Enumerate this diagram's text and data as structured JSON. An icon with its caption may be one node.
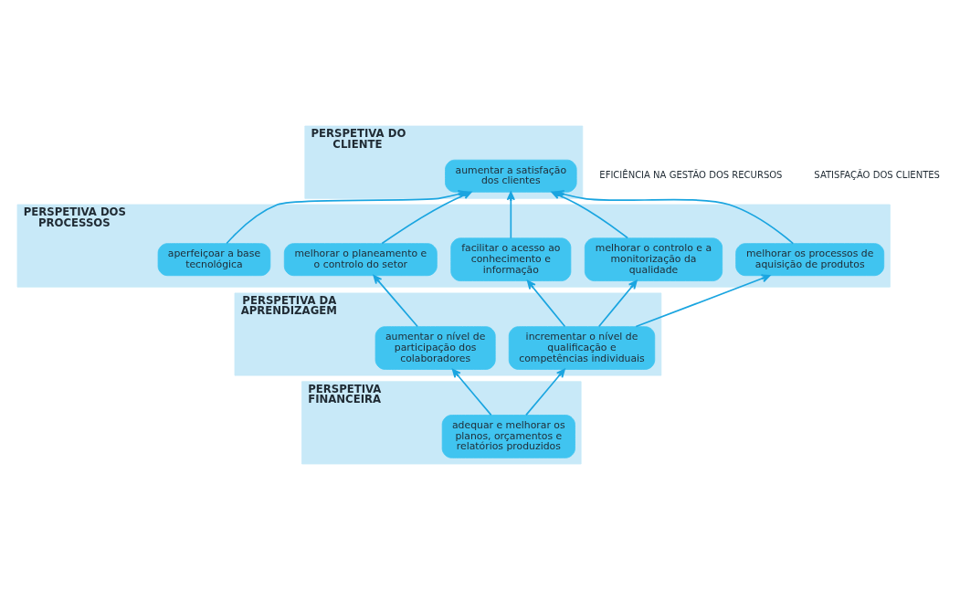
{
  "diagram": {
    "nodes": [
      {
        "text": [
          "PERSPETIVA DO CLIENTE"
        ]
      },
      {
        "text": [
          "aumentar a satisfação dos clientes"
        ],
        "in": 0
      },
      {
        "text": [
          "PERSPETIVA DOS PROCESSOS"
        ]
      },
      {
        "text": [
          "aperfeiçoar a base tecnológica"
        ],
        "in": 2
      },
      {
        "text": [
          "melhorar o planeamento e o controlo do setor"
        ],
        "in": 2
      },
      {
        "text": [
          "facilitar o acesso ao conhecimento e informação"
        ],
        "in": 2
      },
      {
        "text": [
          "melhorar o controlo e a monitorização da qualidade"
        ],
        "in": 2
      },
      {
        "text": [
          "melhorar os processos de aquisição de produtos"
        ],
        "in": 2
      },
      {
        "text": [
          "PERSPETIVA DA APRENDIZAGEM"
        ]
      },
      {
        "text": [
          "aumentar o nível de participação dos colaboradores"
        ],
        "in": 8
      },
      {
        "text": [
          "incrementar o nível de qualificação e competências individuais"
        ],
        "in": 8
      },
      {
        "text": [
          "PERSPETIVA FINANCEIRA"
        ]
      },
      {
        "text": [
          "adequar e melhorar os planos, orçamentos e relatórios produzidos"
        ],
        "in": 11
      }
    ],
    "edges": [
      {
        "from": 3,
        "to": 1,
        "arrow": "to"
      },
      {
        "from": 4,
        "to": 1,
        "arrow": "to"
      },
      {
        "from": 5,
        "to": 1,
        "arrow": "to"
      },
      {
        "from": 6,
        "to": 1,
        "arrow": "to"
      },
      {
        "from": 7,
        "to": 1,
        "arrow": "to"
      },
      {
        "from": 9,
        "to": 4,
        "arrow": "to"
      },
      {
        "from": 10,
        "to": 5,
        "arrow": "to"
      },
      {
        "from": 10,
        "to": 6,
        "arrow": "to"
      },
      {
        "from": 10,
        "to": 7,
        "arrow": "to"
      },
      {
        "from": 12,
        "to": 9,
        "arrow": "to"
      },
      {
        "from": 12,
        "to": 10,
        "arrow": "to"
      }
    ],
    "labels": [
      "EFICIÊNCIA NA GESTÃO DOS RECURSOS",
      "SATISFAÇÃO DOS CLIENTES"
    ]
  }
}
